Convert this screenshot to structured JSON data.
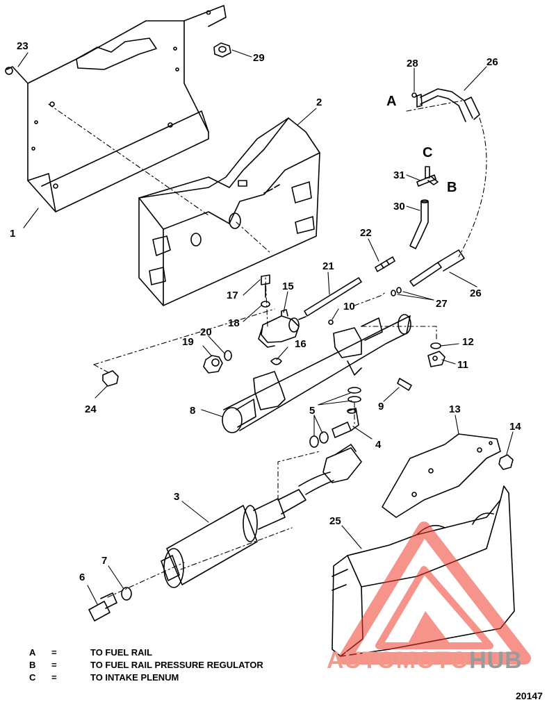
{
  "callouts": [
    "1",
    "2",
    "3",
    "4",
    "5",
    "6",
    "7",
    "8",
    "9",
    "10",
    "11",
    "12",
    "13",
    "14",
    "15",
    "16",
    "17",
    "18",
    "19",
    "20",
    "21",
    "22",
    "23",
    "24",
    "25",
    "26",
    "26",
    "27",
    "28",
    "29",
    "30",
    "31"
  ],
  "refs": {
    "a": "A",
    "b": "B",
    "c": "C"
  },
  "legend": [
    {
      "key": "A",
      "eq": "=",
      "text": "TO FUEL RAIL"
    },
    {
      "key": "B",
      "eq": "=",
      "text": "TO FUEL RAIL PRESSURE REGULATOR"
    },
    {
      "key": "C",
      "eq": "=",
      "text": "TO INTAKE PLENUM"
    }
  ],
  "figure_number": "20147",
  "watermark": {
    "part1": "AUTOMOTO",
    "part2": "HUB",
    "color1": "#f29a8a",
    "color2": "#9a9a9a"
  }
}
